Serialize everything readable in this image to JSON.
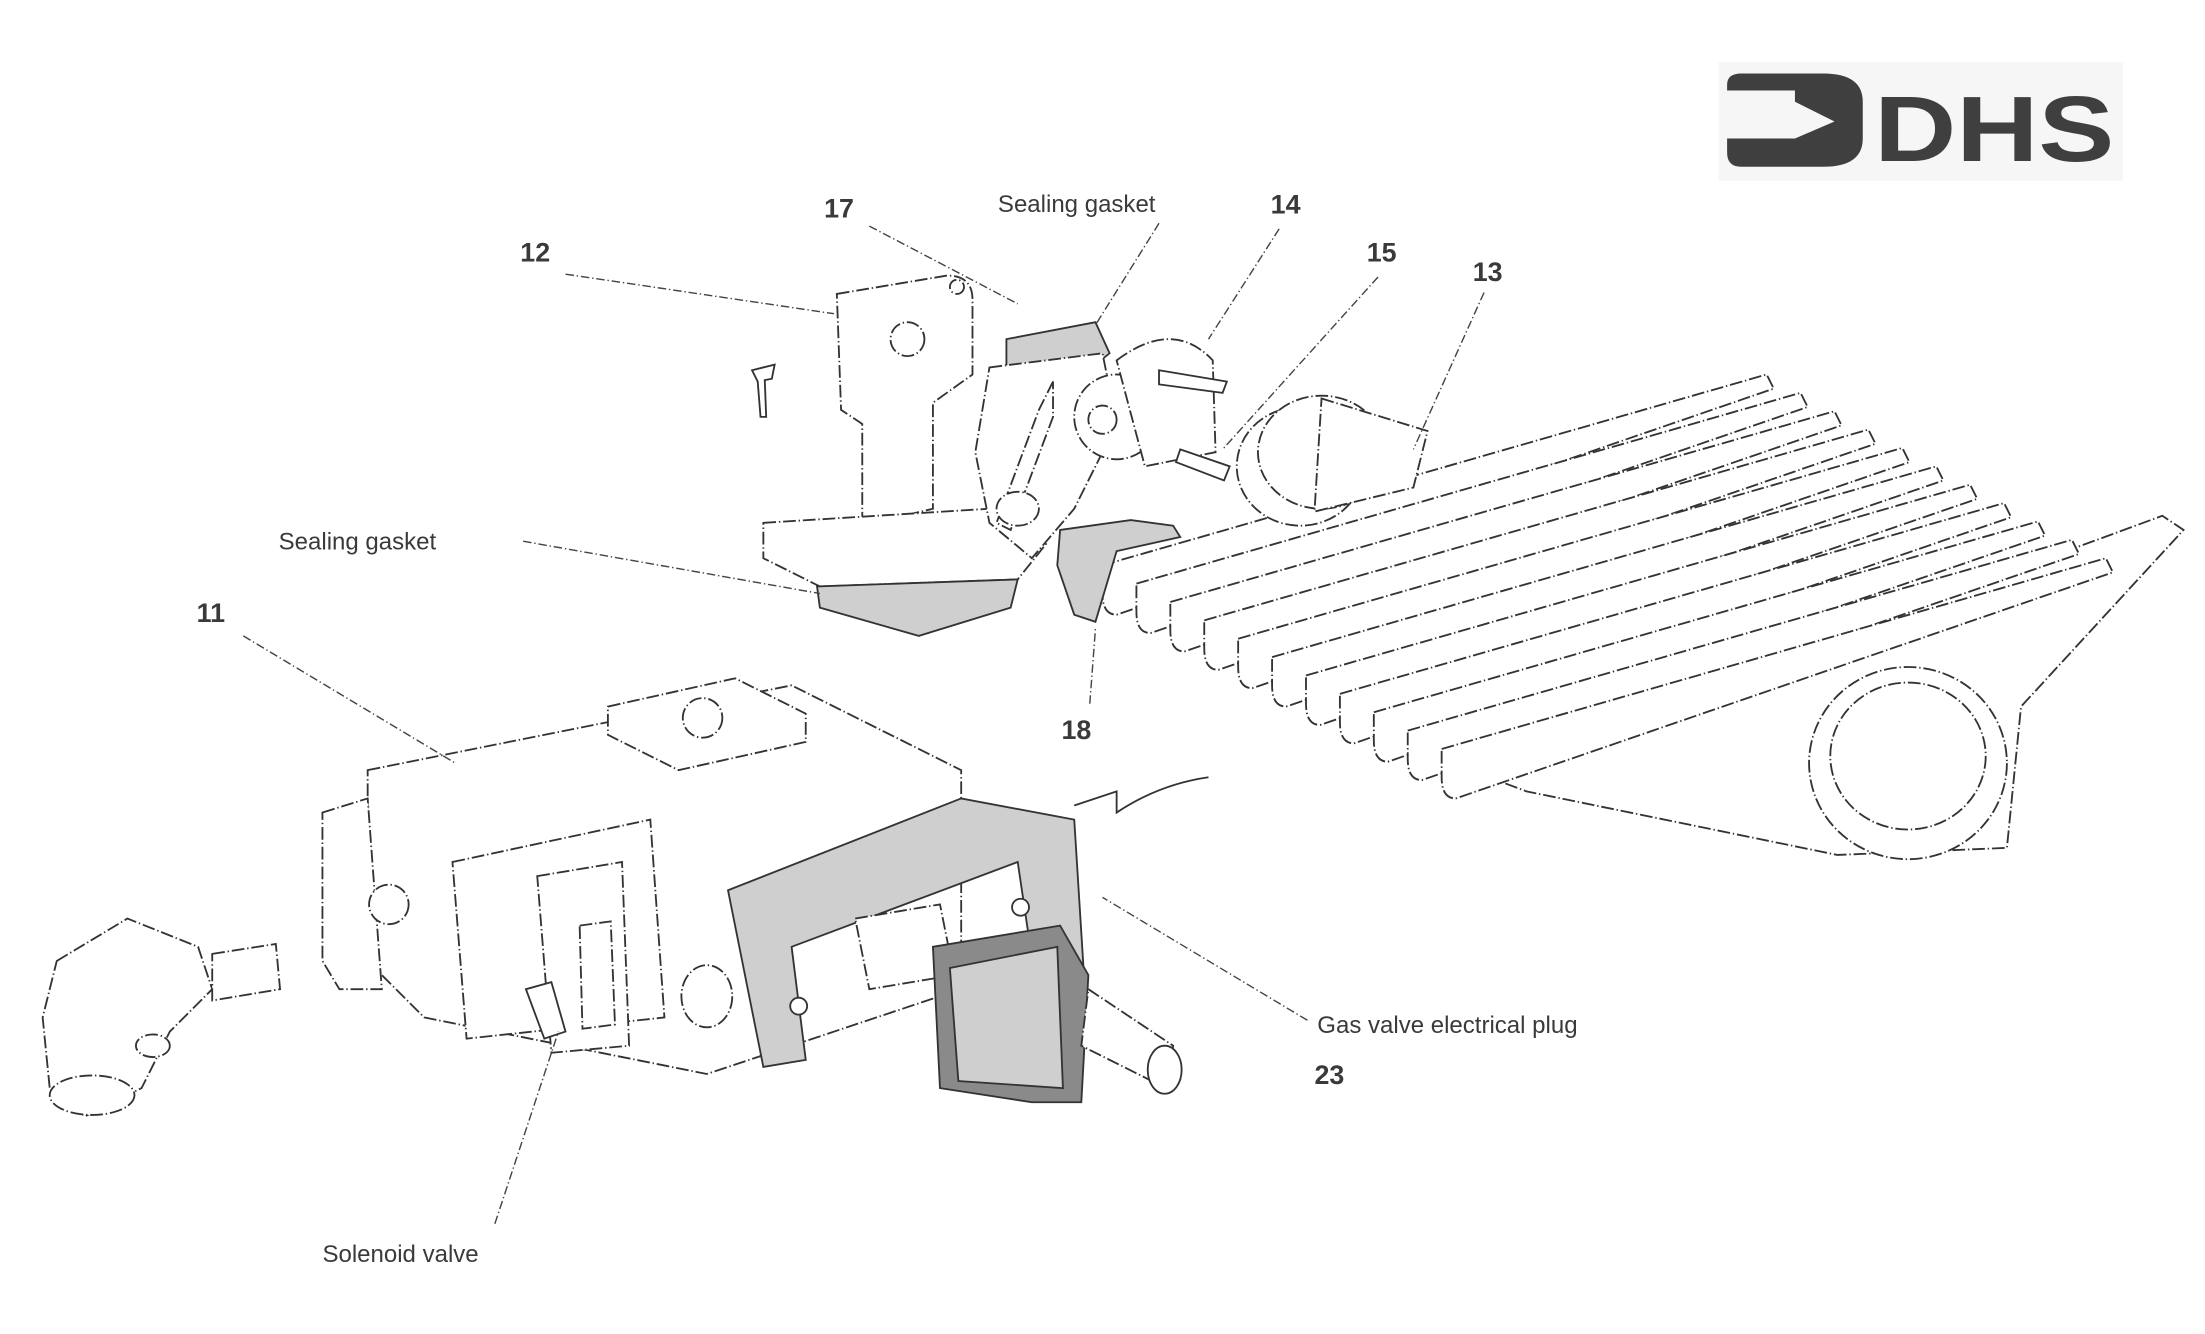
{
  "logo": {
    "text": "DHS",
    "color": "#3f3f3f"
  },
  "labels": {
    "part_17": "17",
    "sealing_gasket_top": "Sealing gasket",
    "part_14": "14",
    "part_15": "15",
    "part_13": "13",
    "part_12": "12",
    "sealing_gasket_left": "Sealing gasket",
    "part_11": "11",
    "part_18": "18",
    "gas_valve_plug": "Gas valve  electrical plug",
    "part_23": "23",
    "solenoid_valve": "Solenoid  valve"
  }
}
